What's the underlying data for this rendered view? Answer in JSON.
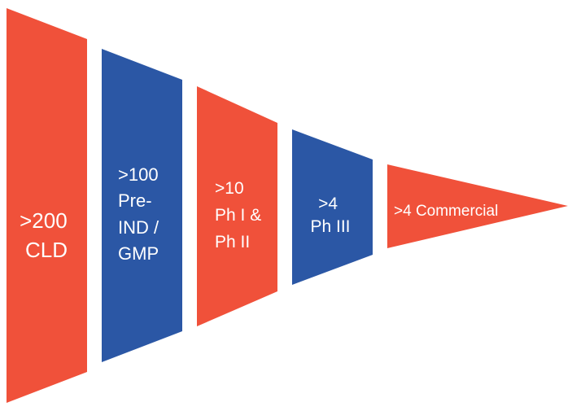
{
  "colors": {
    "orange": "#f0513a",
    "blue": "#2b57a5",
    "text": "#ffffff",
    "background": "#ffffff"
  },
  "stages": [
    {
      "color": "orange",
      "lines": [
        ">200",
        "CLD"
      ]
    },
    {
      "color": "blue",
      "lines": [
        ">100",
        "Pre-",
        "IND /",
        "GMP"
      ]
    },
    {
      "color": "orange",
      "lines": [
        ">10",
        "Ph I &",
        "Ph II"
      ]
    },
    {
      "color": "blue",
      "lines": [
        ">4",
        "Ph III"
      ]
    },
    {
      "color": "orange",
      "lines": [
        ">4 Commercial"
      ]
    }
  ]
}
